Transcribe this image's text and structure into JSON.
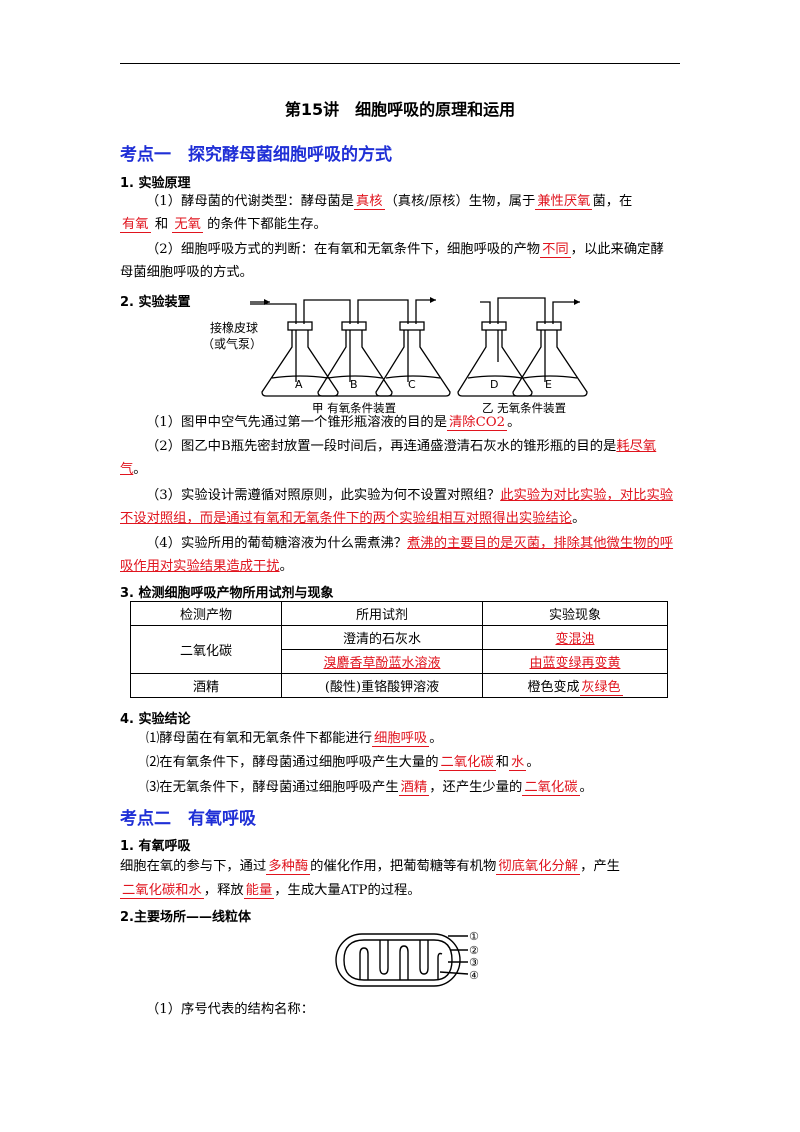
{
  "title": "第15讲　细胞呼吸的原理和运用",
  "kd1": "考点一　探究酵母菌细胞呼吸的方式",
  "s1": "1. 实验原理",
  "p1": {
    "a": "（1）酵母菌的代谢类型：酵母菌是",
    "b": "真核",
    "c": "（真核/原核）生物，属于",
    "d": "兼性厌氧",
    "e": "菌，在"
  },
  "p1l2": {
    "a": "有氧",
    "b": " 和 ",
    "c": "无氧",
    "d": " 的条件下都能生存。"
  },
  "p2": {
    "a": "（2）细胞呼吸方式的判断：在有氧和无氧条件下，细胞呼吸的产物",
    "b": "不同",
    "c": "，以此来确定酵"
  },
  "p2l2": "母菌细胞呼吸的方式。",
  "s2": "2. 实验装置",
  "fig": {
    "bulb1": "接橡皮球",
    "bulb2": "（或气泵）",
    "A": "A",
    "B": "B",
    "C": "C",
    "D": "D",
    "E": "E",
    "cap1": "甲 有氧条件装置",
    "cap2": "乙 无氧条件装置"
  },
  "q1": {
    "a": "（1）图甲中空气先通过第一个锥形瓶溶液的目的是",
    "b": "清除CO2",
    "c": "。"
  },
  "q2": {
    "a": "（2）图乙中B瓶先密封放置一段时间后，再连通盛澄清石灰水的锥形瓶的目的是",
    "b": "耗尽氧",
    "c": "气",
    "d": "。"
  },
  "q3": {
    "a": "（3）实验设计需遵循对照原则，此实验为何不设置对照组？",
    "b": "此实验为对比实验，对比实验",
    "c": "不设对照组，而是通过有氧和无氧条件下的两个实验组相互对照得出实验结论",
    "d": "。"
  },
  "q4": {
    "a": "（4）实验所用的葡萄糖溶液为什么需煮沸？",
    "b": "煮沸的主要目的是灭菌，排除其他微生物的呼",
    "c": "吸作用对实验结果造成干扰",
    "d": "。"
  },
  "s3": "3. 检测细胞呼吸产物所用试剂与现象",
  "table": {
    "h": [
      "检测产物",
      "所用试剂",
      "实验现象"
    ],
    "co2": "二氧化碳",
    "r1": [
      "澄清的石灰水",
      "变混浊"
    ],
    "r2": [
      "溴麝香草酚蓝水溶液",
      "由蓝变绿再变黄"
    ],
    "alc": "酒精",
    "r3a": "(酸性)重铬酸钾溶液",
    "r3b": "橙色变成",
    "r3c": "灰绿色"
  },
  "s4": "4. 实验结论",
  "c1": {
    "a": "⑴酵母菌在有氧和无氧条件下都能进行",
    "b": "细胞呼吸",
    "c": "。"
  },
  "c2": {
    "a": "⑵在有氧条件下，酵母菌通过细胞呼吸产生大量的",
    "b": "二氧化碳",
    "c": "和",
    "d": "水",
    "e": "。"
  },
  "c3": {
    "a": "⑶在无氧条件下，酵母菌通过细胞呼吸产生",
    "b": "酒精",
    "c": "，还产生少量的",
    "d": "二氧化碳",
    "e": "。"
  },
  "kd2": "考点二　有氧呼吸",
  "s5": "1. 有氧呼吸",
  "ae": {
    "a": "细胞在氧的参与下，通过",
    "b": "多种酶",
    "c": "的催化作用，把葡萄糖等有机物",
    "d": "彻底氧化分解",
    "e": "，产生"
  },
  "ae2": {
    "a": "二氧化碳和水",
    "b": "，释放",
    "c": "能量",
    "d": "，生成大量ATP的过程。"
  },
  "s6": "2.主要场所——线粒体",
  "mito": {
    "n1": "①",
    "n2": "②",
    "n3": "③",
    "n4": "④"
  },
  "last": "（1）序号代表的结构名称："
}
